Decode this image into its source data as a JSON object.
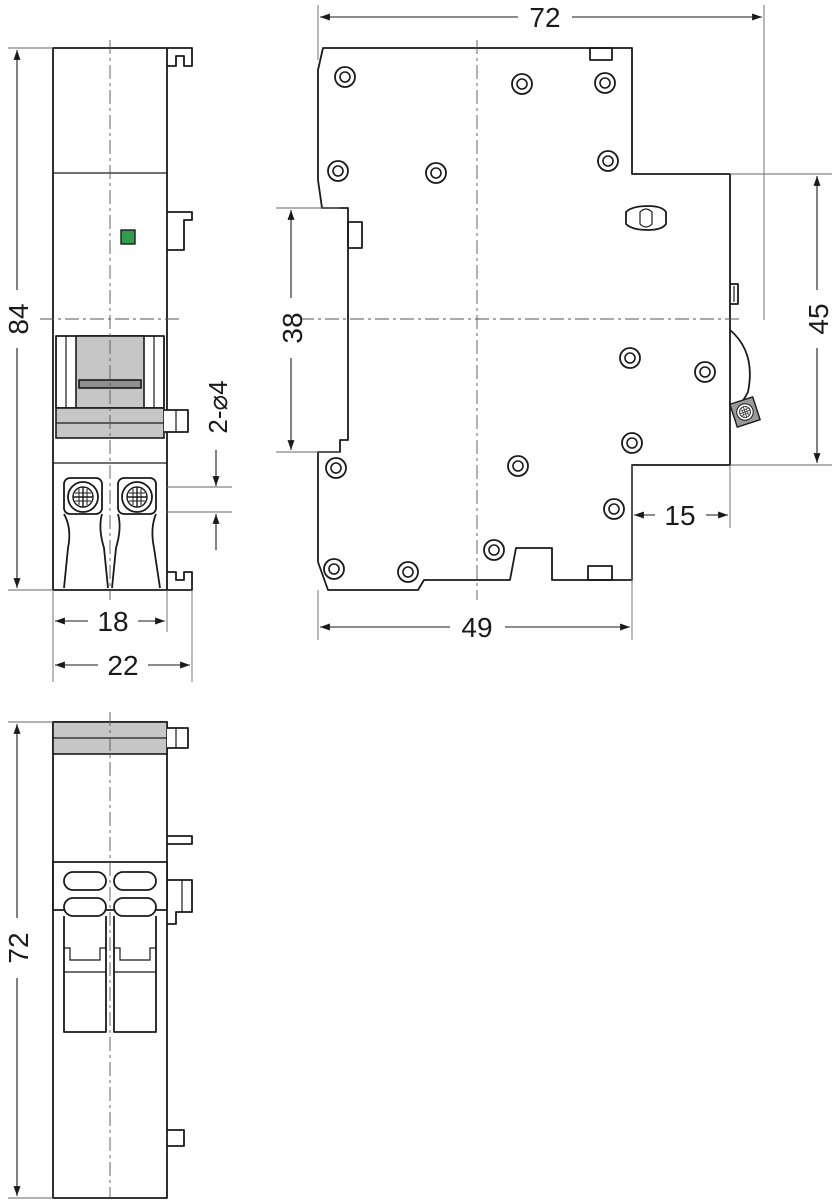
{
  "dimensions": {
    "front_height": "84",
    "front_width_inner": "18",
    "front_width_outer": "22",
    "hole_spec": "2-⌀4",
    "side_width": "72",
    "side_height_din": "38",
    "side_height_right": "45",
    "side_step": "15",
    "side_bottom_width": "49",
    "top_depth": "72"
  },
  "colors": {
    "indicator": "#2e9e4a",
    "line": "#1a1a1a",
    "handle_grey": "#c6c6c6"
  }
}
